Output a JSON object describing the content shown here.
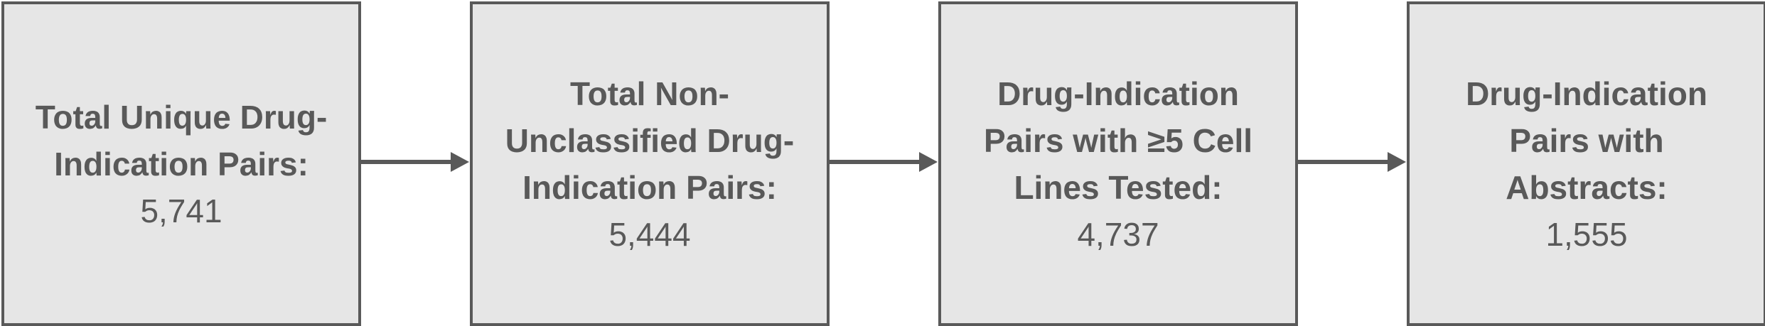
{
  "colors": {
    "box_fill": "#e6e6e6",
    "box_border": "#595959",
    "text": "#595959",
    "arrow": "#595959"
  },
  "steps": [
    {
      "label": "Total Unique Drug-\nIndication Pairs:",
      "value": "5,741"
    },
    {
      "label": "Total Non-\nUnclassified Drug-\nIndication Pairs:",
      "value": "5,444"
    },
    {
      "label": "Drug-Indication\nPairs with ≥5 Cell\nLines Tested:",
      "value": "4,737"
    },
    {
      "label": "Drug-Indication\nPairs with\nAbstracts:",
      "value": "1,555"
    }
  ]
}
